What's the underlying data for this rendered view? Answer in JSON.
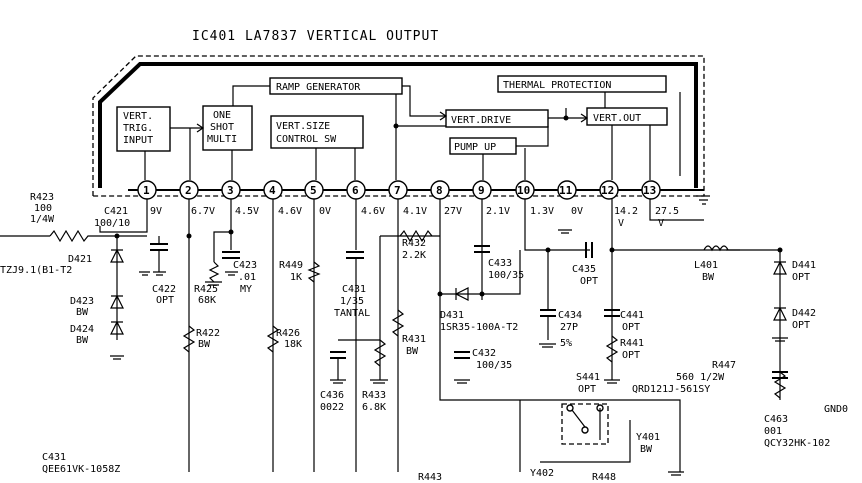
{
  "title": "IC401  LA7837    VERTICAL OUTPUT",
  "blocks": {
    "vert_trig_input": [
      "VERT.",
      "TRIG.",
      "INPUT"
    ],
    "one_shot_multi": [
      "ONE",
      "SHOT",
      "MULTI"
    ],
    "ramp_generator": "RAMP GENERATOR",
    "vert_size_control": [
      "VERT.SIZE",
      "CONTROL  SW"
    ],
    "thermal_protection": "THERMAL PROTECTION",
    "vert_drive": "VERT.DRIVE",
    "vert_out": "VERT.OUT",
    "pump_up": "PUMP UP"
  },
  "pins": [
    "1",
    "2",
    "3",
    "4",
    "5",
    "6",
    "7",
    "8",
    "9",
    "10",
    "11",
    "12",
    "13"
  ],
  "pin_voltages": [
    "9V",
    "6.7V",
    "4.5V",
    "4.6V",
    "0V",
    "4.6V",
    "4.1V",
    "27V",
    "2.1V",
    "1.3V",
    "0V",
    "14.2",
    "27.5"
  ],
  "pin_voltage_units": [
    "V",
    "V"
  ],
  "components": {
    "r423": [
      "R423",
      "100",
      "1/4W"
    ],
    "c421": "C421",
    "c421_val": "100/10",
    "d421": "D421",
    "d421_val": "TZJ9.1(B1-T2",
    "d423": [
      "D423",
      "BW"
    ],
    "d424": [
      "D424",
      "BW"
    ],
    "c422": [
      "C422",
      "OPT"
    ],
    "r425": [
      "R425",
      "68K"
    ],
    "c423": [
      "C423",
      ".01",
      "MY"
    ],
    "r449": [
      "R449",
      "1K"
    ],
    "r422": [
      "R422",
      "BW"
    ],
    "r426": [
      "R426",
      "18K"
    ],
    "c431": [
      "C431",
      "1/35",
      "TANTAL"
    ],
    "r432": [
      "R432",
      "2.2K"
    ],
    "c433": [
      "C433",
      "100/35"
    ],
    "c435": [
      "C435",
      "OPT"
    ],
    "l401": [
      "L401",
      "BW"
    ],
    "d441": [
      "D441",
      "OPT"
    ],
    "d442": [
      "D442",
      "OPT"
    ],
    "d431": [
      "D431",
      "1SR35-100A-T2"
    ],
    "c434": [
      "C434",
      "27P",
      "5%"
    ],
    "c441": [
      "C441",
      "OPT"
    ],
    "r441": [
      "R441",
      "OPT"
    ],
    "r431": [
      "R431",
      "BW"
    ],
    "c432": [
      "C432",
      "100/35"
    ],
    "r447": [
      "R447",
      "560  1/2W",
      "QRD121J-561SY"
    ],
    "s441": [
      "S441",
      "OPT"
    ],
    "y401": [
      "Y401",
      "BW"
    ],
    "c436": [
      "C436",
      "0022"
    ],
    "r433": [
      "R433",
      "6.8K"
    ],
    "c463": [
      "C463",
      "001",
      "QCY32HK-102"
    ],
    "gnd_partial": "GND0",
    "c431_part": [
      "C431",
      "QEE61VK-1058Z"
    ],
    "r443": "R443",
    "y402": "Y402",
    "r448": "R448"
  }
}
